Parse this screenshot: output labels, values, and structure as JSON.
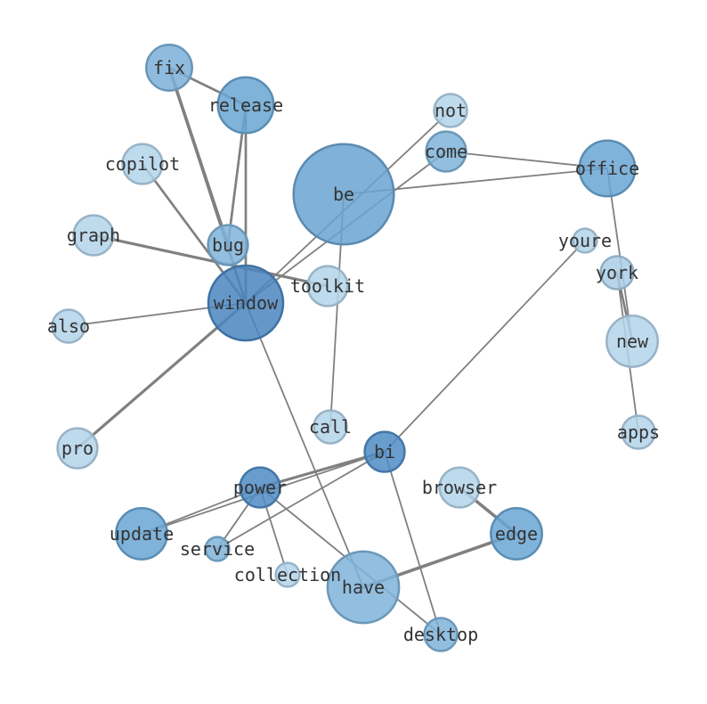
{
  "graph": {
    "type": "network",
    "nodes": [
      {
        "id": "fix",
        "label": "fix",
        "weight": 2,
        "color": "#7bb0d8"
      },
      {
        "id": "release",
        "label": "release",
        "weight": 3,
        "color": "#6aa6d4"
      },
      {
        "id": "not",
        "label": "not",
        "weight": 1,
        "color": "#b3d3ea"
      },
      {
        "id": "come",
        "label": "come",
        "weight": 1.5,
        "color": "#7fb3d9"
      },
      {
        "id": "copilot",
        "label": "copilot",
        "weight": 1.5,
        "color": "#b3d3ea"
      },
      {
        "id": "be",
        "label": "be",
        "weight": 10,
        "color": "#6aa3d1"
      },
      {
        "id": "office",
        "label": "office",
        "weight": 3,
        "color": "#6aa6d4"
      },
      {
        "id": "graph",
        "label": "graph",
        "weight": 1.5,
        "color": "#b3d3ea"
      },
      {
        "id": "bug",
        "label": "bug",
        "weight": 1.5,
        "color": "#7fb3d9"
      },
      {
        "id": "youre",
        "label": "youre",
        "weight": 0.5,
        "color": "#b3d3ea"
      },
      {
        "id": "toolkit",
        "label": "toolkit",
        "weight": 1.5,
        "color": "#b3d3ea"
      },
      {
        "id": "york",
        "label": "york",
        "weight": 1,
        "color": "#a9cde6"
      },
      {
        "id": "window",
        "label": "window",
        "weight": 5.5,
        "color": "#4a85c0"
      },
      {
        "id": "also",
        "label": "also",
        "weight": 1,
        "color": "#b3d3ea"
      },
      {
        "id": "new",
        "label": "new",
        "weight": 2.5,
        "color": "#b3d3ea"
      },
      {
        "id": "call",
        "label": "call",
        "weight": 1,
        "color": "#b3d3ea"
      },
      {
        "id": "apps",
        "label": "apps",
        "weight": 1,
        "color": "#b3d3ea"
      },
      {
        "id": "pro",
        "label": "pro",
        "weight": 1.5,
        "color": "#b3d3ea"
      },
      {
        "id": "bi",
        "label": "bi",
        "weight": 1.5,
        "color": "#4f8cc4"
      },
      {
        "id": "browser",
        "label": "browser",
        "weight": 1.5,
        "color": "#b3d3ea"
      },
      {
        "id": "power",
        "label": "power",
        "weight": 1.5,
        "color": "#4f8cc4"
      },
      {
        "id": "edge",
        "label": "edge",
        "weight": 2.5,
        "color": "#6aa6d4"
      },
      {
        "id": "update",
        "label": "update",
        "weight": 2.5,
        "color": "#6aa6d4"
      },
      {
        "id": "service",
        "label": "service",
        "weight": 0.5,
        "color": "#7fb3d9"
      },
      {
        "id": "collection",
        "label": "collection",
        "weight": 0.5,
        "color": "#b3d3ea"
      },
      {
        "id": "have",
        "label": "have",
        "weight": 5,
        "color": "#7fb3d9"
      },
      {
        "id": "desktop",
        "label": "desktop",
        "weight": 1,
        "color": "#7fb3d9"
      }
    ],
    "edges": [
      {
        "source": "fix",
        "target": "release",
        "weight": 3
      },
      {
        "source": "fix",
        "target": "bug",
        "weight": 4
      },
      {
        "source": "fix",
        "target": "window",
        "weight": 3
      },
      {
        "source": "release",
        "target": "bug",
        "weight": 3
      },
      {
        "source": "release",
        "target": "window",
        "weight": 3
      },
      {
        "source": "copilot",
        "target": "window",
        "weight": 3
      },
      {
        "source": "graph",
        "target": "toolkit",
        "weight": 3.5
      },
      {
        "source": "bug",
        "target": "window",
        "weight": 2
      },
      {
        "source": "not",
        "target": "window",
        "weight": 2
      },
      {
        "source": "come",
        "target": "window",
        "weight": 2
      },
      {
        "source": "come",
        "target": "office",
        "weight": 2
      },
      {
        "source": "be",
        "target": "office",
        "weight": 2
      },
      {
        "source": "be",
        "target": "call",
        "weight": 2
      },
      {
        "source": "also",
        "target": "window",
        "weight": 2
      },
      {
        "source": "pro",
        "target": "window",
        "weight": 3.5
      },
      {
        "source": "window",
        "target": "have",
        "weight": 2
      },
      {
        "source": "office",
        "target": "new",
        "weight": 2
      },
      {
        "source": "york",
        "target": "new",
        "weight": 3
      },
      {
        "source": "york",
        "target": "apps",
        "weight": 2
      },
      {
        "source": "youre",
        "target": "bi",
        "weight": 2
      },
      {
        "source": "bi",
        "target": "power",
        "weight": 3.5
      },
      {
        "source": "bi",
        "target": "update",
        "weight": 2
      },
      {
        "source": "bi",
        "target": "service",
        "weight": 2
      },
      {
        "source": "bi",
        "target": "desktop",
        "weight": 2
      },
      {
        "source": "power",
        "target": "update",
        "weight": 2
      },
      {
        "source": "power",
        "target": "service",
        "weight": 2
      },
      {
        "source": "power",
        "target": "collection",
        "weight": 2
      },
      {
        "source": "power",
        "target": "desktop",
        "weight": 2
      },
      {
        "source": "browser",
        "target": "edge",
        "weight": 4
      },
      {
        "source": "edge",
        "target": "have",
        "weight": 4
      }
    ]
  }
}
